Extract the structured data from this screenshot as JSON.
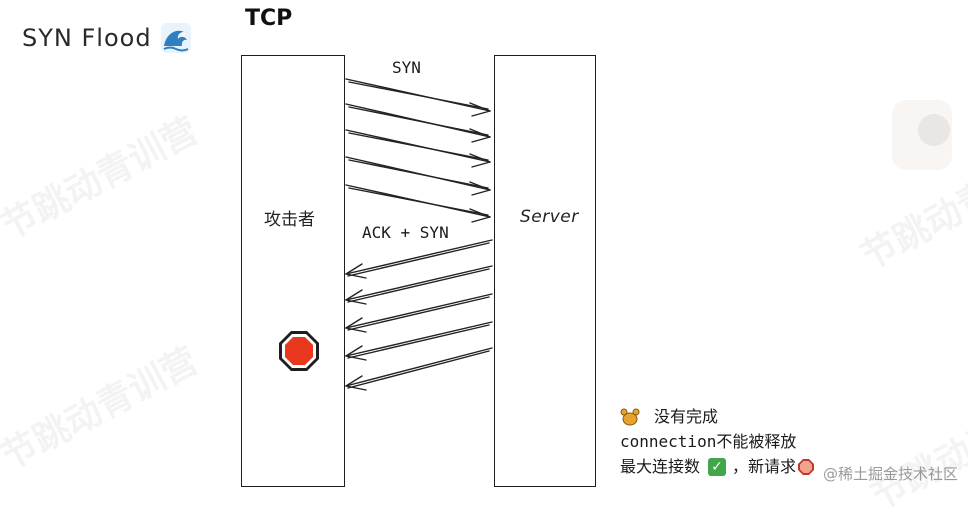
{
  "title": "SYN Flood",
  "protocol": "TCP",
  "attacker_label": "攻击者",
  "server_label": "Server",
  "syn_label": "SYN",
  "ack_syn_label": "ACK + SYN",
  "notes": {
    "line1": "没有完成",
    "line2_code": "connection",
    "line2_text": " 不能被释放",
    "line3_text": "最大连接数",
    "line3_after": "，新请求"
  },
  "watermark_text": "节跳动青训营",
  "copyright": "@稀土掘金技术社区",
  "icons": {
    "title_icon": "wave-icon",
    "stop": "stop-sign-icon",
    "paw": "paw-icon",
    "check": "check-icon"
  }
}
